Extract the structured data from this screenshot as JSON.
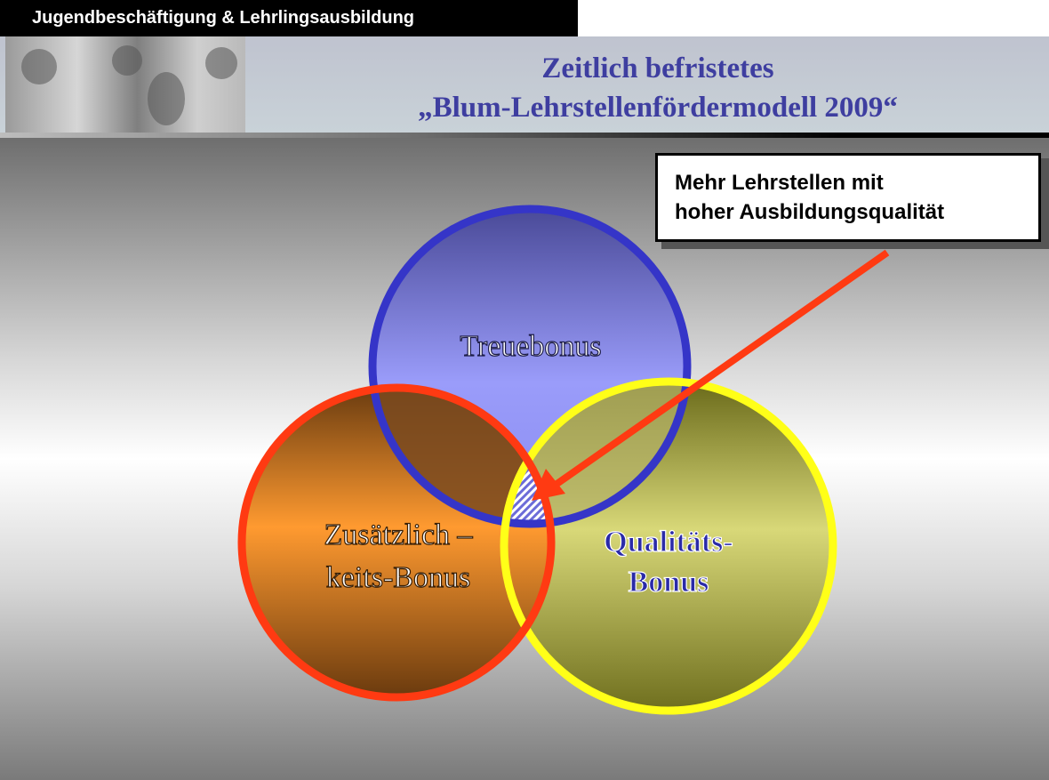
{
  "header": {
    "section_label": "Jugendbeschäftigung & Lehrlingsausbildung",
    "title_line1": "Zeitlich befristetes",
    "title_line2": "„Blum-Lehrstellenfördermodell 2009“"
  },
  "callout": {
    "line1": "Mehr Lehrstellen mit",
    "line2": "hoher Ausbildungsqualität"
  },
  "circles": {
    "treue": {
      "label": "Treuebonus",
      "stroke": "#3535c8"
    },
    "zusatz": {
      "line1": "Zusätzlich –",
      "line2": "keits-Bonus",
      "stroke": "#ff3a12"
    },
    "qualitaet": {
      "line1": "Qualitäts-",
      "line2": "Bonus",
      "stroke": "#ffff18"
    }
  },
  "colors": {
    "title": "#3e3ea0",
    "arrow": "#ff3a12"
  }
}
